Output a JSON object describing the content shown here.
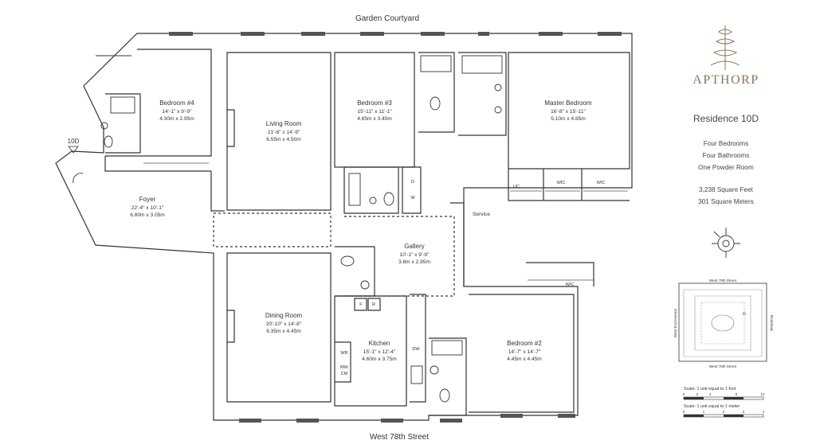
{
  "top_label": "Garden Courtyard",
  "bottom_label": "West 78th Street",
  "unit_marker": "10D",
  "rooms": {
    "bedroom4": {
      "name": "Bedroom #4",
      "imperial": "14'-1\" x 9'-9\"",
      "metric": "4.30m x 2.95m"
    },
    "living": {
      "name": "Living Room",
      "imperial": "21'-6\" x 14'-9\"",
      "metric": "6.55m x 4.50m"
    },
    "bedroom3": {
      "name": "Bedroom #3",
      "imperial": "15'-11\" x 11'-1\"",
      "metric": "4.85m x 3.40m"
    },
    "master": {
      "name": "Master Bedroom",
      "imperial": "16'-8\" x 15'-11\"",
      "metric": "5.10m x 4.85m"
    },
    "foyer": {
      "name": "Foyer",
      "imperial": "22'-4\" x 10'-1\"",
      "metric": "6.80m x 3.05m"
    },
    "gallery": {
      "name": "Gallery",
      "imperial": "10'-1\" x 9'-9\"",
      "metric": "3.8m x 2.95m"
    },
    "dining": {
      "name": "Dining Room",
      "imperial": "20'-10\" x 14'-8\"",
      "metric": "6.35m x 4.45m"
    },
    "kitchen": {
      "name": "Kitchen",
      "imperial": "15'-1\" x 12'-4\"",
      "metric": "4.60m x 3.75m"
    },
    "bedroom2": {
      "name": "Bedroom #2",
      "imperial": "14'-7\" x 14'-7\"",
      "metric": "4.45m x 4.45m"
    }
  },
  "small_labels": {
    "service": "Service",
    "uc": "UC",
    "wic": "WIC",
    "d": "D",
    "w": "W",
    "f": "F",
    "r": "R",
    "dw": "DW",
    "wr": "WR",
    "mw": "MW",
    "cm": "CM"
  },
  "brand": "APTHORP",
  "residence": "Residence 10D",
  "facts": [
    "Four Bedrooms",
    "Four Bathrooms",
    "One Powder Room",
    "3,238 Square Feet",
    "301 Square Meters"
  ],
  "key_plan": {
    "top_street": "West 79th Street",
    "bottom_street": "West 78th Street",
    "left_street": "West End Avenue",
    "right_street": "Broadway",
    "marker": "D"
  },
  "scales": {
    "feet_label": "Scale: 1 unit equal to 1 foot",
    "feet_ticks": [
      "0",
      "2",
      "4",
      "8",
      "12"
    ],
    "meter_label": "Scale: 1 unit equal to 1 meter",
    "meter_ticks": [
      "0",
      "1",
      "2",
      "3",
      "4"
    ]
  },
  "colors": {
    "brand": "#8a7357",
    "line": "#333333"
  }
}
